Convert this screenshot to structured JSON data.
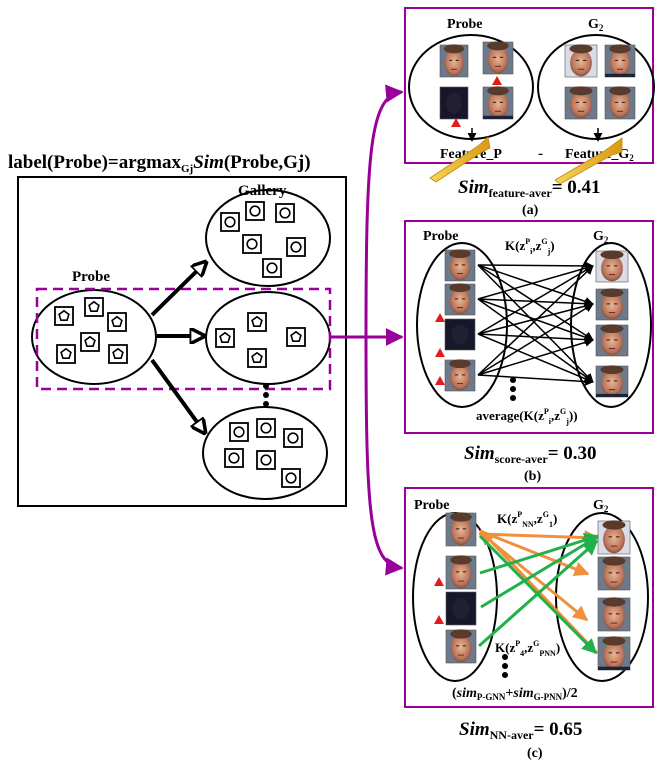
{
  "main_label": {
    "prefix": "label(Probe)=argmax",
    "subscript": "Gj",
    "sim": "Sim",
    "suffix": "(Probe,Gj)"
  },
  "left_panel": {
    "probe_label": "Probe",
    "gallery_label": "Gallery"
  },
  "panel_a": {
    "probe_label": "Probe",
    "gallery_label": "G",
    "gallery_subscript": "2",
    "feature_probe": "Feature_P",
    "minus_sign": "-",
    "feature_gallery": "Feature_G",
    "feature_gallery_subscript": "2",
    "sim_label": "Sim",
    "sim_subscript": "feature-aver",
    "sim_value": "= 0.41",
    "caption": "(a)"
  },
  "panel_b": {
    "probe_label": "Probe",
    "gallery_label": "G",
    "gallery_subscript": "2",
    "kernel_top": {
      "k": "K(z",
      "p_sup": "P",
      "i_sub": "i",
      "comma": ",z",
      "g_sup": "G",
      "j_sub": "j",
      "close": ")"
    },
    "average_label": {
      "prefix": "average(K(z",
      "p_sup": "P",
      "i_sub": "i",
      "comma": ",z",
      "g_sup": "G",
      "j_sub": "j",
      "close": "))"
    },
    "sim_label": "Sim",
    "sim_subscript": "score-aver",
    "sim_value": "= 0.30",
    "caption": "(b)"
  },
  "panel_c": {
    "probe_label": "Probe",
    "gallery_label": "G",
    "gallery_subscript": "2",
    "kernel_top": {
      "k": "K(z",
      "p_sup": "P",
      "p_sub": "NN",
      "comma": ",z",
      "g_sup": "G",
      "g_sub": "1",
      "close": ")"
    },
    "kernel_bottom": {
      "k": "K(z",
      "p_sup": "P",
      "p_sub": "4",
      "comma": ",z",
      "g_sup": "G",
      "g_sub": "PNN",
      "close": ")"
    },
    "formula": {
      "open": "(",
      "sim1": "sim",
      "sub1": "P-GNN",
      "plus": "+",
      "sim2": "sim",
      "sub2": "G-PNN",
      "close": ")/2"
    },
    "sim_label": "Sim",
    "sim_subscript": "NN-aver",
    "sim_value": "= 0.65",
    "caption": "(c)"
  },
  "colors": {
    "purple": "#990099",
    "orange": "#f0903c",
    "green": "#22b04b",
    "red_marker": "#e21b1b",
    "gold_arrow": "#e8b428"
  }
}
